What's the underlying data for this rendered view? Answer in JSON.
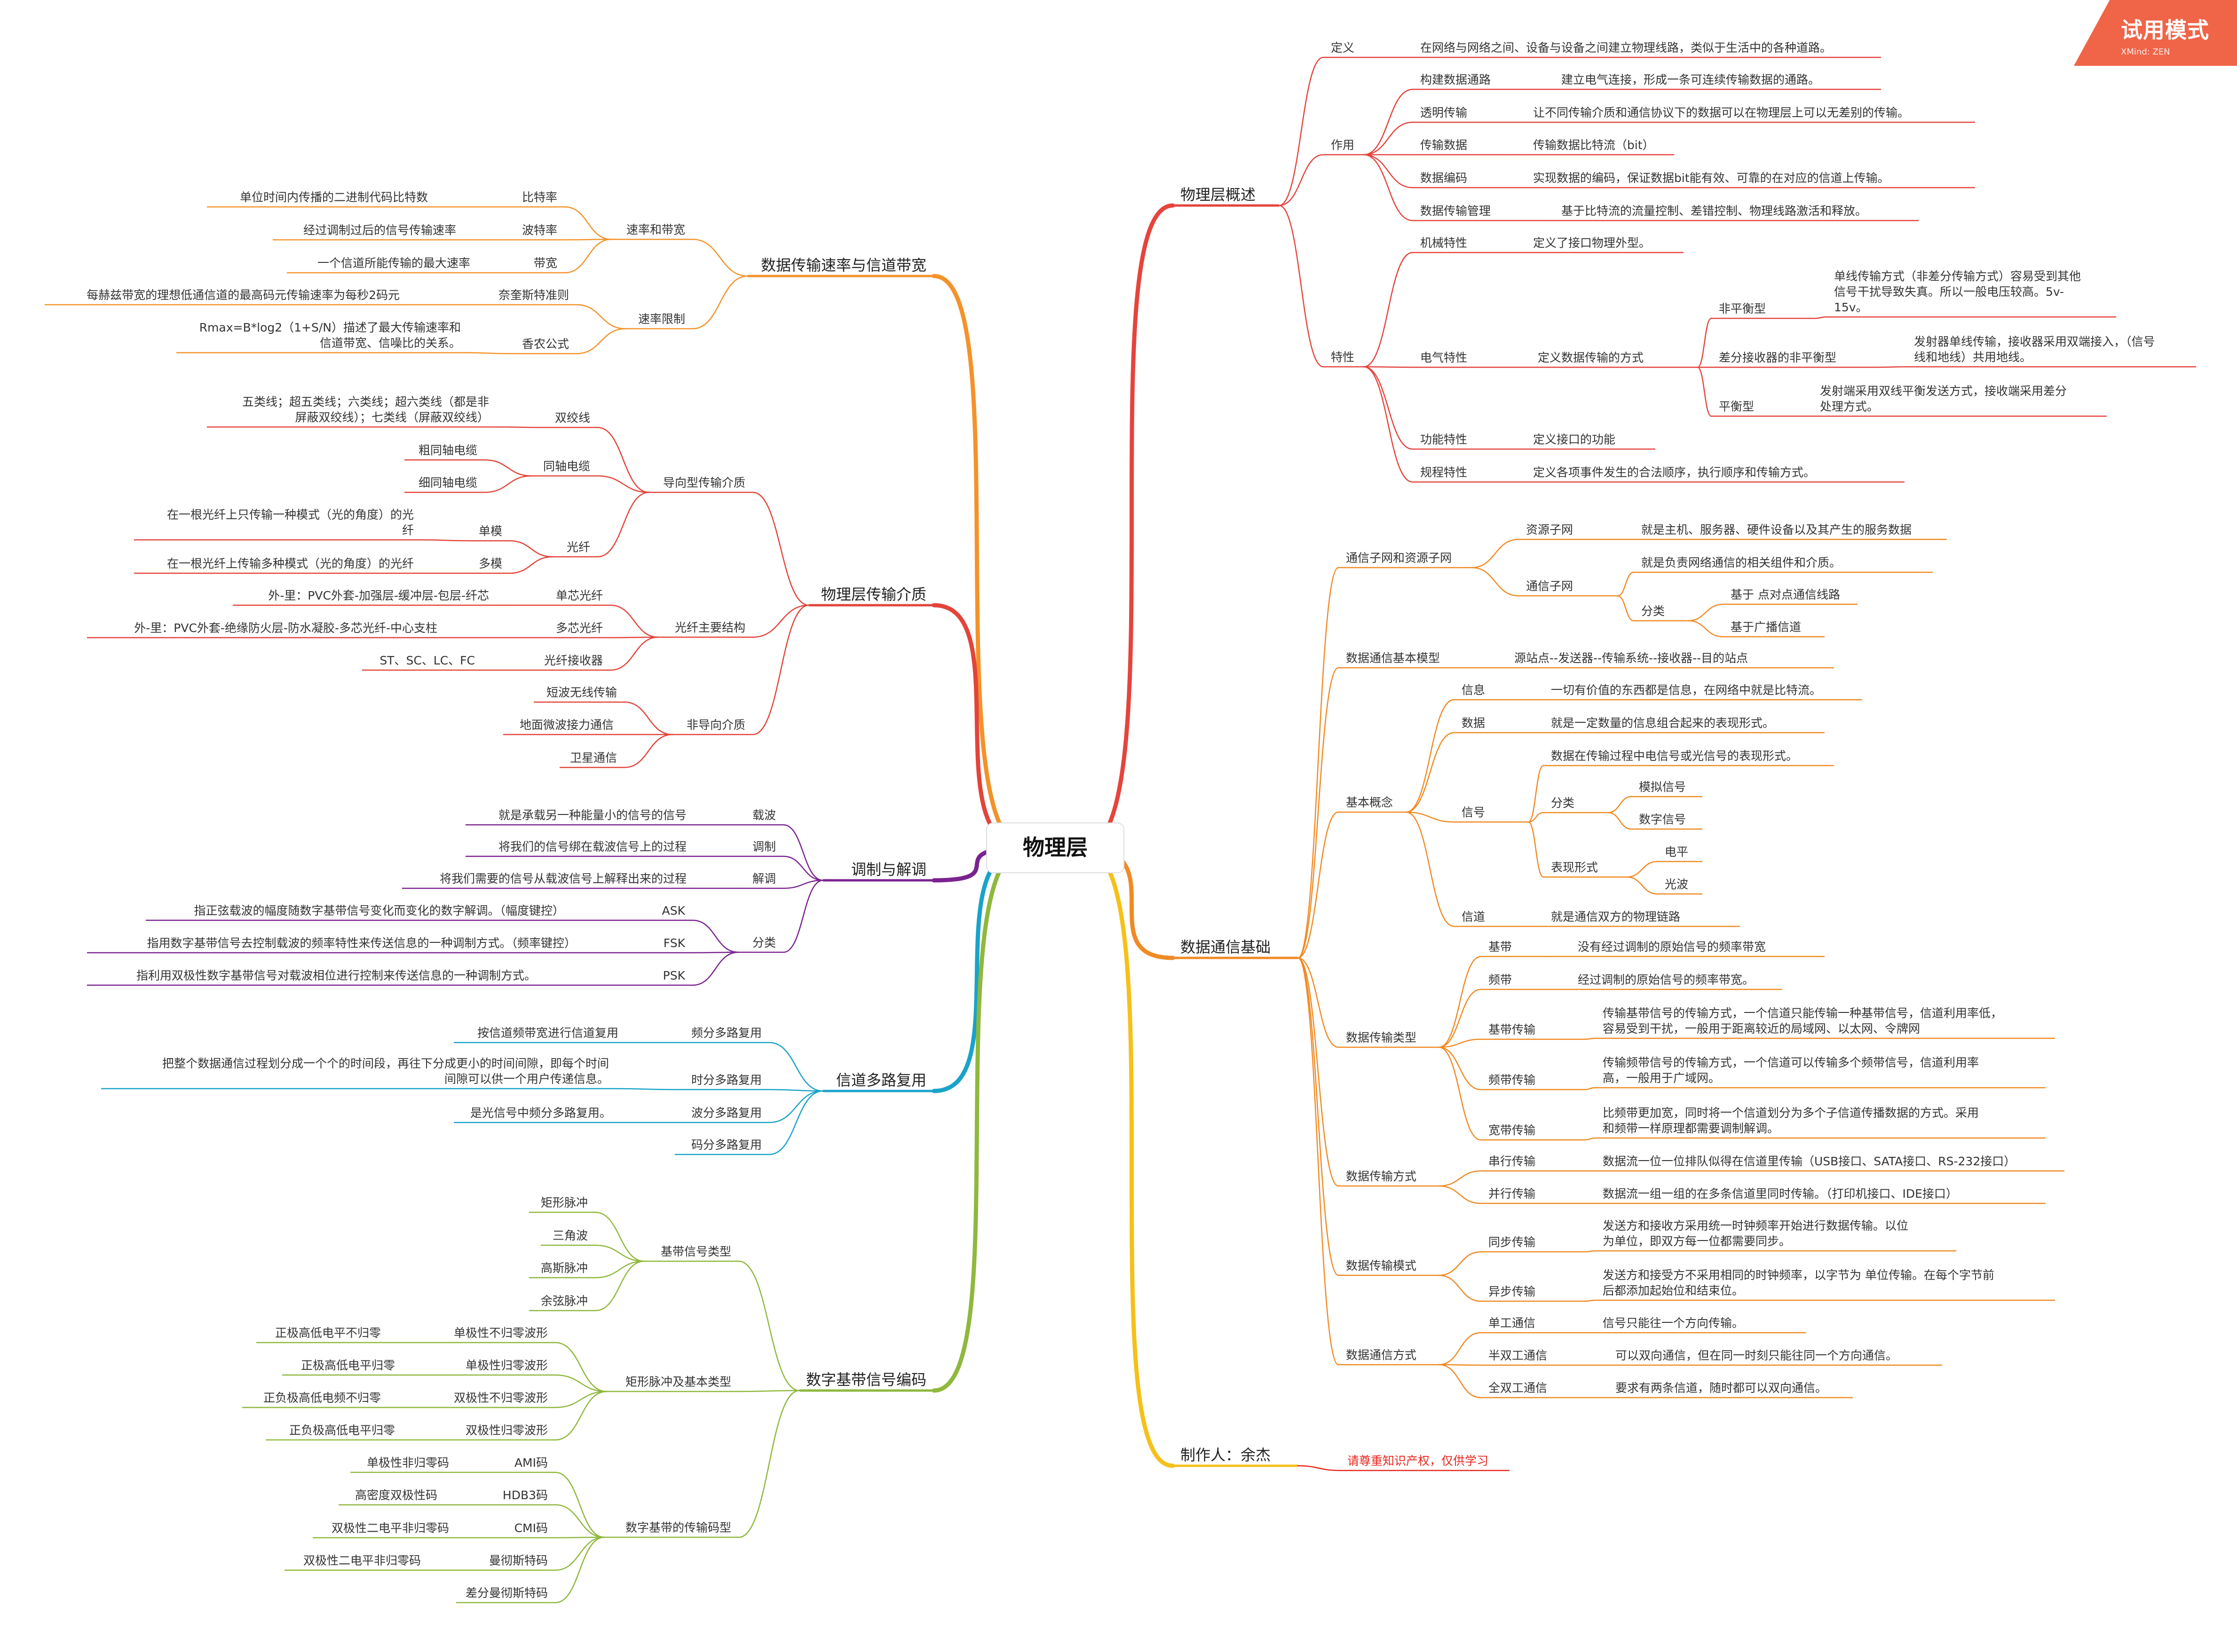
{
  "root": "物理层",
  "watermark": {
    "title": "试用模式",
    "sub": "XMind: ZEN"
  },
  "colors": {
    "red": "#e5443d",
    "orange_r": "#f08a24",
    "yellow": "#f5c018",
    "orange_l": "#f4922a",
    "crimson": "#e3443a",
    "purple": "#7a2390",
    "cyan": "#19a3c9",
    "green": "#8fb83d",
    "note_red": "#e8261d"
  },
  "nodes": [
    {
      "id": "p1",
      "t": "物理层概述"
    },
    {
      "id": "p1a",
      "t": "定义"
    },
    {
      "id": "p1a1",
      "t": "在网络与网络之间、设备与设备之间建立物理线路，类似于生活中的各种道路。"
    },
    {
      "id": "p1b",
      "t": "作用"
    },
    {
      "id": "p1b1",
      "t": "构建数据通路"
    },
    {
      "id": "p1b1v",
      "t": "建立电气连接，形成一条可连续传输数据的通路。"
    },
    {
      "id": "p1b2",
      "t": "透明传输"
    },
    {
      "id": "p1b2v",
      "t": "让不同传输介质和通信协议下的数据可以在物理层上可以无差别的传输。"
    },
    {
      "id": "p1b3",
      "t": "传输数据"
    },
    {
      "id": "p1b3v",
      "t": "传输数据比特流（bit）"
    },
    {
      "id": "p1b4",
      "t": "数据编码"
    },
    {
      "id": "p1b4v",
      "t": "实现数据的编码，保证数据bit能有效、可靠的在对应的信道上传输。"
    },
    {
      "id": "p1b5",
      "t": "数据传输管理"
    },
    {
      "id": "p1b5v",
      "t": "基于比特流的流量控制、差错控制、物理线路激活和释放。"
    },
    {
      "id": "p1c",
      "t": "特性"
    },
    {
      "id": "p1c1",
      "t": "机械特性"
    },
    {
      "id": "p1c1v",
      "t": "定义了接口物理外型。"
    },
    {
      "id": "p1c2",
      "t": "电气特性"
    },
    {
      "id": "p1c2v",
      "t": "定义数据传输的方式"
    },
    {
      "id": "p1c2a",
      "t": "非平衡型"
    },
    {
      "id": "p1c2av",
      "t": "单线传输方式（非差分传输方式）容易受到其他|信号干扰导致失真。所以一般电压较高。5v-|15v。"
    },
    {
      "id": "p1c2b",
      "t": "差分接收器的非平衡型"
    },
    {
      "id": "p1c2bv",
      "t": "发射器单线传输，接收器采用双端接入，（信号|线和地线）共用地线。"
    },
    {
      "id": "p1c2c",
      "t": "平衡型"
    },
    {
      "id": "p1c2cv",
      "t": "发射端采用双线平衡发送方式，接收端采用差分|处理方式。"
    },
    {
      "id": "p1c3",
      "t": "功能特性"
    },
    {
      "id": "p1c3v",
      "t": "定义接口的功能"
    },
    {
      "id": "p1c4",
      "t": "规程特性"
    },
    {
      "id": "p1c4v",
      "t": "定义各项事件发生的合法顺序，执行顺序和传输方式。"
    },
    {
      "id": "p2",
      "t": "数据通信基础"
    },
    {
      "id": "p2a",
      "t": "通信子网和资源子网"
    },
    {
      "id": "p2a1",
      "t": "资源子网"
    },
    {
      "id": "p2a1v",
      "t": "就是主机、服务器、硬件设备以及其产生的服务数据"
    },
    {
      "id": "p2a2",
      "t": "通信子网"
    },
    {
      "id": "p2a2v",
      "t": "就是负责网络通信的相关组件和介质。"
    },
    {
      "id": "p2a2b",
      "t": "分类"
    },
    {
      "id": "p2a2b1",
      "t": "基于 点对点通信线路"
    },
    {
      "id": "p2a2b2",
      "t": "基于广播信道"
    },
    {
      "id": "p2b",
      "t": "数据通信基本模型"
    },
    {
      "id": "p2bv",
      "t": "源站点--发送器--传输系统--接收器--目的站点"
    },
    {
      "id": "p2c",
      "t": "基本概念"
    },
    {
      "id": "p2c1",
      "t": "信息"
    },
    {
      "id": "p2c1v",
      "t": "一切有价值的东西都是信息，在网络中就是比特流。"
    },
    {
      "id": "p2c2",
      "t": "数据"
    },
    {
      "id": "p2c2v",
      "t": "就是一定数量的信息组合起来的表现形式。"
    },
    {
      "id": "p2c3",
      "t": "信号"
    },
    {
      "id": "p2c3v",
      "t": "数据在传输过程中电信号或光信号的表现形式。"
    },
    {
      "id": "p2c3a",
      "t": "分类"
    },
    {
      "id": "p2c3a1",
      "t": "模拟信号"
    },
    {
      "id": "p2c3a2",
      "t": "数字信号"
    },
    {
      "id": "p2c3b",
      "t": "表现形式"
    },
    {
      "id": "p2c3b1",
      "t": "电平"
    },
    {
      "id": "p2c3b2",
      "t": "光波"
    },
    {
      "id": "p2c4",
      "t": "信道"
    },
    {
      "id": "p2c4v",
      "t": "就是通信双方的物理链路"
    },
    {
      "id": "p2d",
      "t": "数据传输类型"
    },
    {
      "id": "p2d1",
      "t": "基带"
    },
    {
      "id": "p2d1v",
      "t": "没有经过调制的原始信号的频率带宽"
    },
    {
      "id": "p2d2",
      "t": "频带"
    },
    {
      "id": "p2d2v",
      "t": "经过调制的原始信号的频率带宽。"
    },
    {
      "id": "p2d3",
      "t": "基带传输"
    },
    {
      "id": "p2d3v",
      "t": "传输基带信号的传输方式，一个信道只能传输一种基带信号，信道利用率低，|容易受到干扰，一般用于距离较近的局域网、以太网、令牌网"
    },
    {
      "id": "p2d4",
      "t": "频带传输"
    },
    {
      "id": "p2d4v",
      "t": "传输频带信号的传输方式，一个信道可以传输多个频带信号，信道利用率|高，一般用于广域网。"
    },
    {
      "id": "p2d5",
      "t": "宽带传输"
    },
    {
      "id": "p2d5v",
      "t": "比频带更加宽，同时将一个信道划分为多个子信道传播数据的方式。采用|和频带一样原理都需要调制解调。"
    },
    {
      "id": "p2e",
      "t": "数据传输方式"
    },
    {
      "id": "p2e1",
      "t": "串行传输"
    },
    {
      "id": "p2e1v",
      "t": "数据流一位一位排队似得在信道里传输（USB接口、SATA接口、RS-232接口）"
    },
    {
      "id": "p2e2",
      "t": "并行传输"
    },
    {
      "id": "p2e2v",
      "t": "数据流一组一组的在多条信道里同时传输。（打印机接口、IDE接口）"
    },
    {
      "id": "p2f",
      "t": "数据传输模式"
    },
    {
      "id": "p2f1",
      "t": "同步传输"
    },
    {
      "id": "p2f1v",
      "t": "发送方和接收方采用统一时钟频率开始进行数据传输。以位|为单位，即双方每一位都需要同步。"
    },
    {
      "id": "p2f2",
      "t": "异步传输"
    },
    {
      "id": "p2f2v",
      "t": "发送方和接受方不采用相同的时钟频率，以字节为 单位传输。在每个字节前|后都添加起始位和结束位。"
    },
    {
      "id": "p2g",
      "t": "数据通信方式"
    },
    {
      "id": "p2g1",
      "t": "单工通信"
    },
    {
      "id": "p2g1v",
      "t": "信号只能往一个方向传输。"
    },
    {
      "id": "p2g2",
      "t": "半双工通信"
    },
    {
      "id": "p2g2v",
      "t": "可以双向通信，但在同一时刻只能往同一个方向通信。"
    },
    {
      "id": "p2g3",
      "t": "全双工通信"
    },
    {
      "id": "p2g3v",
      "t": "要求有两条信道，随时都可以双向通信。"
    },
    {
      "id": "p3",
      "t": "制作人：余杰"
    },
    {
      "id": "p3n",
      "t": "请尊重知识产权，仅供学习"
    },
    {
      "id": "q1",
      "t": "数据传输速率与信道带宽"
    },
    {
      "id": "q1a",
      "t": "速率和带宽"
    },
    {
      "id": "q1a1",
      "t": "比特率"
    },
    {
      "id": "q1a1v",
      "t": "单位时间内传播的二进制代码比特数"
    },
    {
      "id": "q1a2",
      "t": "波特率"
    },
    {
      "id": "q1a2v",
      "t": "经过调制过后的信号传输速率"
    },
    {
      "id": "q1a3",
      "t": "带宽"
    },
    {
      "id": "q1a3v",
      "t": "一个信道所能传输的最大速率"
    },
    {
      "id": "q1b",
      "t": "速率限制"
    },
    {
      "id": "q1b1",
      "t": "奈奎斯特准则"
    },
    {
      "id": "q1b1v",
      "t": "每赫兹带宽的理想低通信道的最高码元传输速率为每秒2码元"
    },
    {
      "id": "q1b2",
      "t": "香农公式"
    },
    {
      "id": "q1b2v",
      "t": "Rmax=B*log2（1+S/N）描述了最大传输速率和|信道带宽、信噪比的关系。"
    },
    {
      "id": "q2",
      "t": "物理层传输介质"
    },
    {
      "id": "q2a",
      "t": "导向型传输介质"
    },
    {
      "id": "q2a1",
      "t": "双绞线"
    },
    {
      "id": "q2a1v",
      "t": "五类线；超五类线；六类线；超六类线（都是非|屏蔽双绞线）；七类线（屏蔽双绞线）"
    },
    {
      "id": "q2a2",
      "t": "同轴电缆"
    },
    {
      "id": "q2a2a",
      "t": "粗同轴电缆"
    },
    {
      "id": "q2a2b",
      "t": "细同轴电缆"
    },
    {
      "id": "q2a3",
      "t": "光纤"
    },
    {
      "id": "q2a3a",
      "t": "单模"
    },
    {
      "id": "q2a3av",
      "t": "在一根光纤上只传输一种模式（光的角度）的光|纤"
    },
    {
      "id": "q2a3b",
      "t": "多模"
    },
    {
      "id": "q2a3bv",
      "t": "在一根光纤上传输多种模式（光的角度）的光纤"
    },
    {
      "id": "q2b",
      "t": "光纤主要结构"
    },
    {
      "id": "q2b1",
      "t": "单芯光纤"
    },
    {
      "id": "q2b1v",
      "t": "外-里：PVC外套-加强层-缓冲层-包层-纤芯"
    },
    {
      "id": "q2b2",
      "t": "多芯光纤"
    },
    {
      "id": "q2b2v",
      "t": "外-里：PVC外套-绝缘防火层-防水凝胶-多芯光纤-中心支柱"
    },
    {
      "id": "q2b3",
      "t": "光纤接收器"
    },
    {
      "id": "q2b3v",
      "t": "ST、SC、LC、FC"
    },
    {
      "id": "q2c",
      "t": "非导向介质"
    },
    {
      "id": "q2c1",
      "t": "短波无线传输"
    },
    {
      "id": "q2c2",
      "t": "地面微波接力通信"
    },
    {
      "id": "q2c3",
      "t": "卫星通信"
    },
    {
      "id": "q3",
      "t": "调制与解调"
    },
    {
      "id": "q3a",
      "t": "载波"
    },
    {
      "id": "q3av",
      "t": "就是承载另一种能量小的信号的信号"
    },
    {
      "id": "q3b",
      "t": "调制"
    },
    {
      "id": "q3bv",
      "t": "将我们的信号绑在载波信号上的过程"
    },
    {
      "id": "q3c",
      "t": "解调"
    },
    {
      "id": "q3cv",
      "t": "将我们需要的信号从载波信号上解释出来的过程"
    },
    {
      "id": "q3d",
      "t": "分类"
    },
    {
      "id": "q3d1",
      "t": "ASK"
    },
    {
      "id": "q3d1v",
      "t": "指正弦载波的幅度随数字基带信号变化而变化的数字解调。（幅度键控）"
    },
    {
      "id": "q3d2",
      "t": "FSK"
    },
    {
      "id": "q3d2v",
      "t": "指用数字基带信号去控制载波的频率特性来传送信息的一种调制方式。（频率键控）"
    },
    {
      "id": "q3d3",
      "t": "PSK"
    },
    {
      "id": "q3d3v",
      "t": "指利用双极性数字基带信号对载波相位进行控制来传送信息的一种调制方式。"
    },
    {
      "id": "q4",
      "t": "信道多路复用"
    },
    {
      "id": "q4a",
      "t": "频分多路复用"
    },
    {
      "id": "q4av",
      "t": "按信道频带宽进行信道复用"
    },
    {
      "id": "q4b",
      "t": "时分多路复用"
    },
    {
      "id": "q4bv",
      "t": "把整个数据通信过程划分成一个个的时间段，再往下分成更小的时间间隙，即每个时间|间隙可以供一个用户传递信息。"
    },
    {
      "id": "q4c",
      "t": "波分多路复用"
    },
    {
      "id": "q4cv",
      "t": "是光信号中频分多路复用。"
    },
    {
      "id": "q4d",
      "t": "码分多路复用"
    },
    {
      "id": "q5",
      "t": "数字基带信号编码"
    },
    {
      "id": "q5a",
      "t": "基带信号类型"
    },
    {
      "id": "q5a1",
      "t": "矩形脉冲"
    },
    {
      "id": "q5a2",
      "t": "三角波"
    },
    {
      "id": "q5a3",
      "t": "高斯脉冲"
    },
    {
      "id": "q5a4",
      "t": "余弦脉冲"
    },
    {
      "id": "q5b",
      "t": "矩形脉冲及基本类型"
    },
    {
      "id": "q5b1",
      "t": "单极性不归零波形"
    },
    {
      "id": "q5b1v",
      "t": "正极高低电平不归零"
    },
    {
      "id": "q5b2",
      "t": "单极性归零波形"
    },
    {
      "id": "q5b2v",
      "t": "正极高低电平归零"
    },
    {
      "id": "q5b3",
      "t": "双极性不归零波形"
    },
    {
      "id": "q5b3v",
      "t": "正负极高低电频不归零"
    },
    {
      "id": "q5b4",
      "t": "双极性归零波形"
    },
    {
      "id": "q5b4v",
      "t": "正负极高低电平归零"
    },
    {
      "id": "q5c",
      "t": "数字基带的传输码型"
    },
    {
      "id": "q5c1",
      "t": "AMI码"
    },
    {
      "id": "q5c1v",
      "t": "单极性非归零码"
    },
    {
      "id": "q5c2",
      "t": "HDB3码"
    },
    {
      "id": "q5c2v",
      "t": "高密度双极性码"
    },
    {
      "id": "q5c3",
      "t": "CMI码"
    },
    {
      "id": "q5c3v",
      "t": "双极性二电平非归零码"
    },
    {
      "id": "q5c4",
      "t": "曼彻斯特码"
    },
    {
      "id": "q5c4v",
      "t": "双极性二电平非归零码"
    },
    {
      "id": "q5c5",
      "t": "差分曼彻斯特码"
    }
  ]
}
